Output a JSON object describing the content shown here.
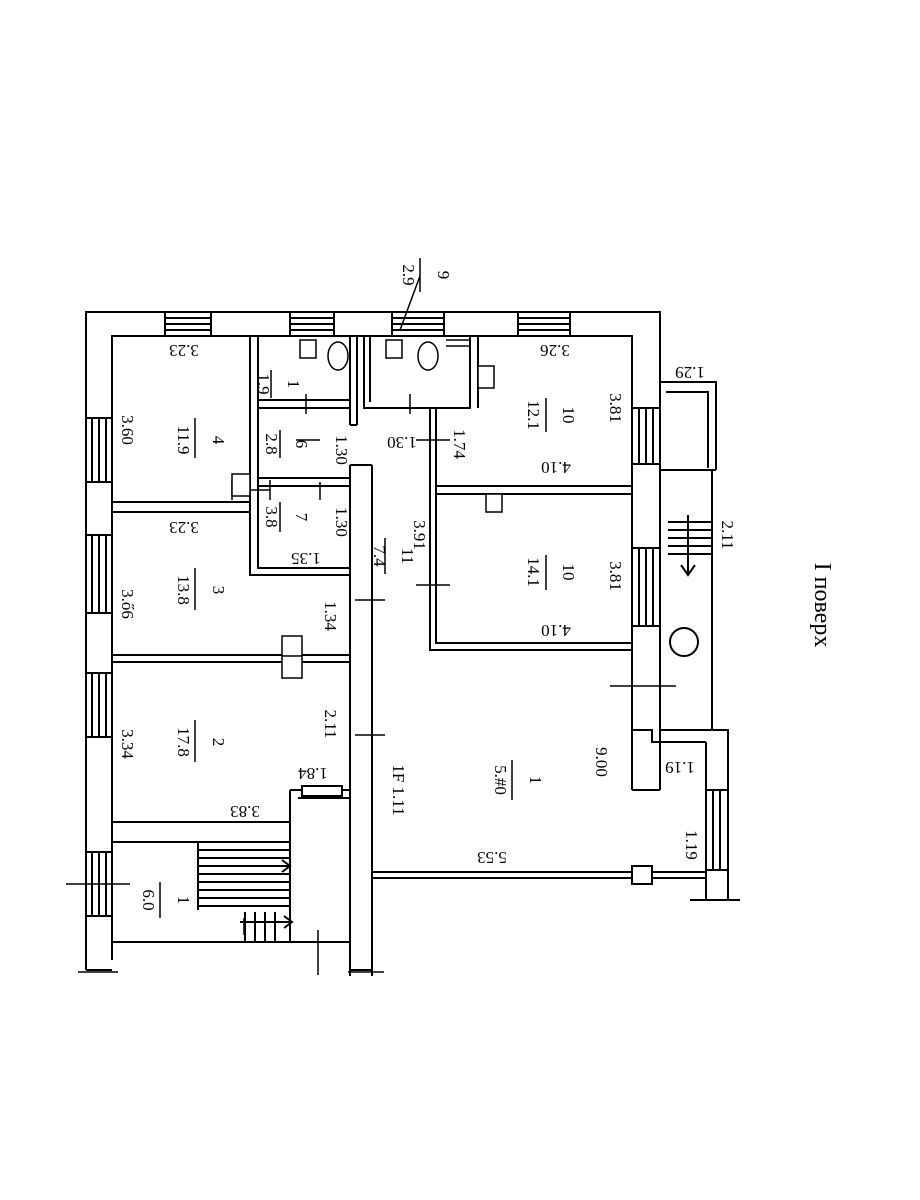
{
  "floor_label": "I поверх",
  "rooms": {
    "r4": {
      "num": "4",
      "area": "11.9"
    },
    "r3": {
      "num": "3",
      "area": "13.8"
    },
    "r2": {
      "num": "2",
      "area": "17.8"
    },
    "r1a": {
      "num": "1",
      "area": "6.0"
    },
    "r1b": {
      "num": "1",
      "area": "1.9"
    },
    "r6": {
      "num": "6",
      "area": "2.8"
    },
    "r7": {
      "num": "7",
      "area": "3.8"
    },
    "r9": {
      "num": "9",
      "area": "2.9"
    },
    "r11": {
      "num": "11",
      "area": "7.4"
    },
    "r10a": {
      "num": "10",
      "area": "12.1"
    },
    "r10b": {
      "num": "10",
      "area": "14.1"
    },
    "r1c": {
      "num": "1",
      "area": "5.#0"
    }
  },
  "dims": {
    "d_323a": "3.23",
    "d_360": "3.60",
    "d_323b": "3.23",
    "d_386": "3.ő6",
    "d_334a": "3.34",
    "d_383": "3.83",
    "d_184": "1.84",
    "d_326": "3.26",
    "d_381a": "3.81",
    "d_410a": "4.10",
    "d_381b": "3.81",
    "d_410b": "4.10",
    "d_129": "1.29",
    "d_211a": "2.11",
    "d_130a": "1.30",
    "d_130b": "1.30",
    "d_130c": "1.30",
    "d_174": "1.74",
    "d_391": "3.91",
    "d_135": "1.35",
    "d_134": "1.34",
    "d_211b": "2.11",
    "d_111": "1F 1.11",
    "d_900": "9.00",
    "d_553": "5.53",
    "d_119a": "1.19",
    "d_119b": "1.19"
  },
  "symbols": {
    "stair_direction": "Ⓘ"
  }
}
